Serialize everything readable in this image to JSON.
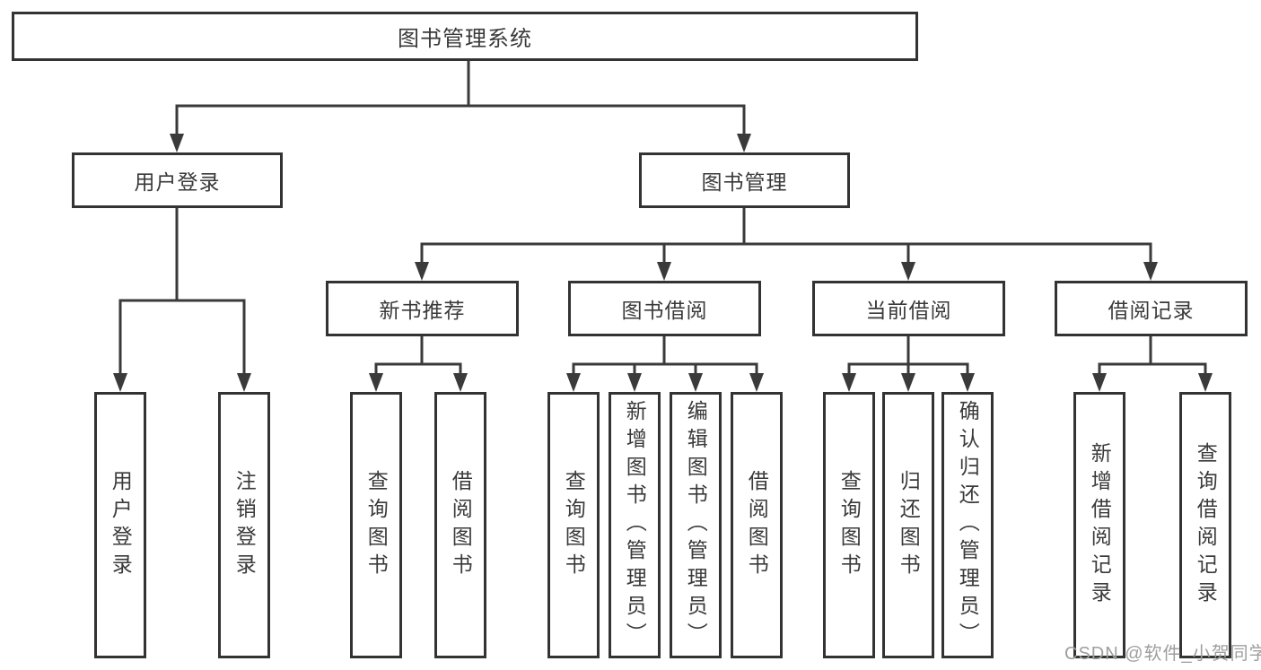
{
  "tree": {
    "label": "图书管理系统",
    "children": [
      {
        "label": "用户登录",
        "children": [
          {
            "label": "用户登录"
          },
          {
            "label": "注销登录"
          }
        ]
      },
      {
        "label": "图书管理",
        "children": [
          {
            "label": "新书推荐",
            "children": [
              {
                "label": "查询图书"
              },
              {
                "label": "借阅图书"
              }
            ]
          },
          {
            "label": "图书借阅",
            "children": [
              {
                "label": "查询图书"
              },
              {
                "label": "新增图书（管理员）"
              },
              {
                "label": "编辑图书（管理员）"
              },
              {
                "label": "借阅图书"
              }
            ]
          },
          {
            "label": "当前借阅",
            "children": [
              {
                "label": "查询图书"
              },
              {
                "label": "归还图书"
              },
              {
                "label": "确认归还（管理员）"
              }
            ]
          },
          {
            "label": "借阅记录",
            "children": [
              {
                "label": "新增借阅记录"
              },
              {
                "label": "查询借阅记录"
              }
            ]
          }
        ]
      }
    ]
  },
  "watermark": "CSDN @软件_小贺同学",
  "colors": {
    "line": "#3a3a3a",
    "box_border": "#333333",
    "text": "#3a3a3a",
    "background": "#ffffff",
    "watermark": "#9e9e9e"
  }
}
